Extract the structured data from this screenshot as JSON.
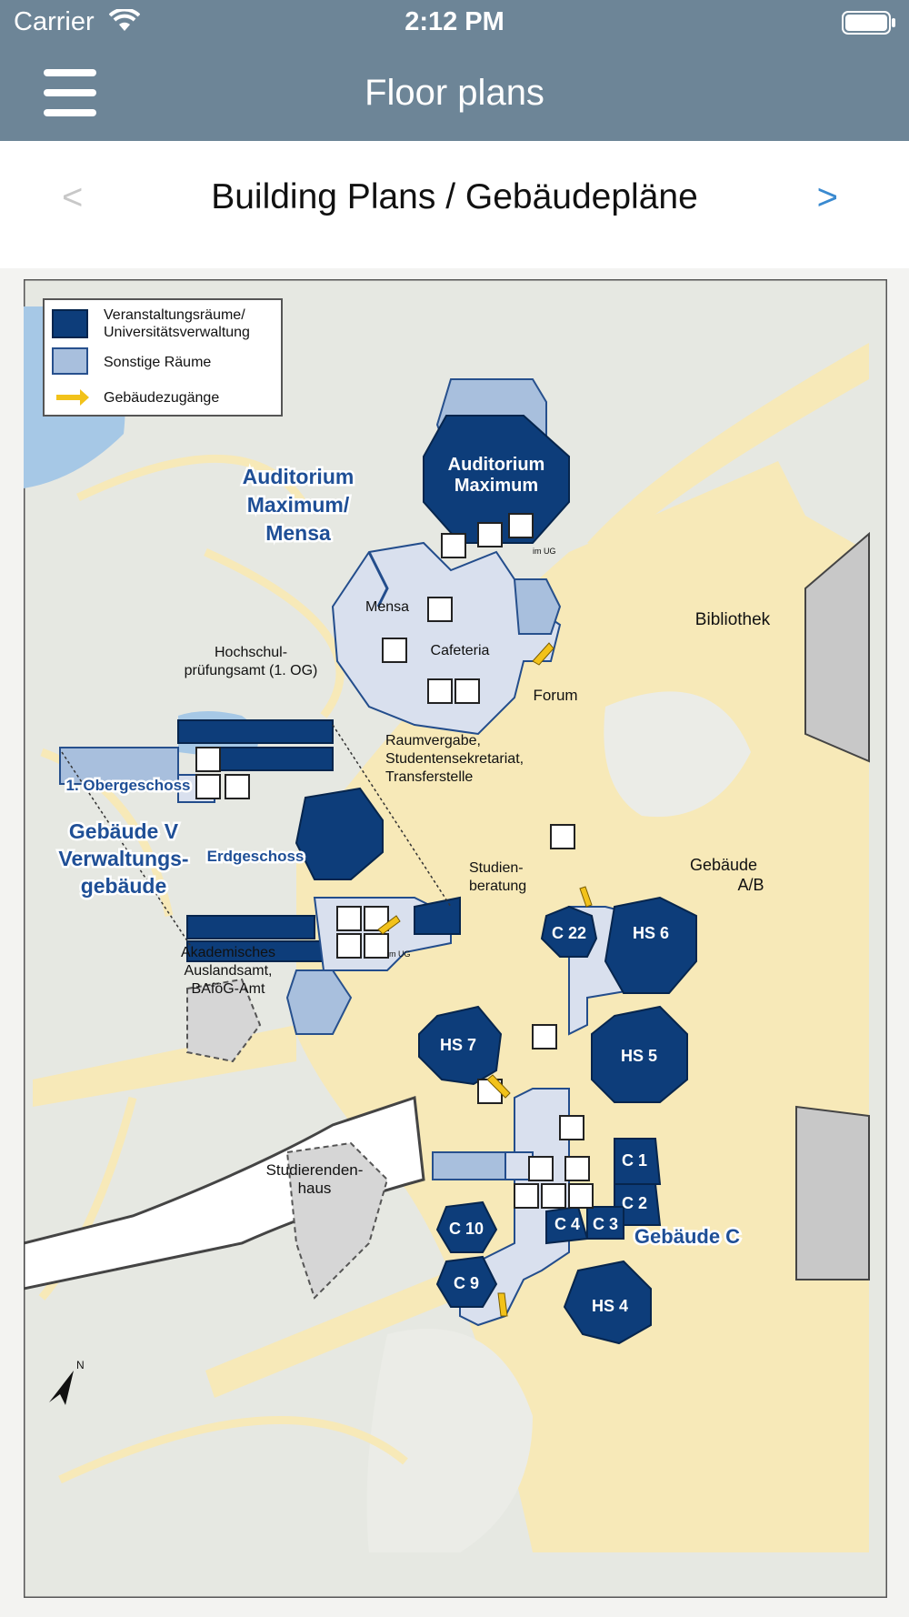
{
  "status_bar": {
    "carrier": "Carrier",
    "time": "2:12 PM"
  },
  "nav": {
    "title": "Floor plans"
  },
  "pager": {
    "title": "Building Plans / Gebäudepläne",
    "prev": "<",
    "next": ">"
  },
  "legend": {
    "items": [
      {
        "line1": "Veranstaltungsräume/",
        "line2": "Universitätsverwaltung"
      },
      {
        "line1": "Sonstige Räume"
      },
      {
        "line1": "Gebäudezugänge"
      }
    ]
  },
  "map": {
    "labels": {
      "audimax_l1": "Auditorium",
      "audimax_l2": "Maximum/",
      "audimax_l3": "Mensa",
      "audimax_room_l1": "Auditorium",
      "audimax_room_l2": "Maximum",
      "mensa": "Mensa",
      "cafeteria": "Cafeteria",
      "forum": "Forum",
      "bibliothek": "Bibliothek",
      "hochschul_l1": "Hochschul-",
      "hochschul_l2": "prüfungsamt (1. OG)",
      "raum_l1": "Raumvergabe,",
      "raum_l2": "Studentensekretariat,",
      "raum_l3": "Transferstelle",
      "obergeschoss": "1. Obergeschoss",
      "gebV_l1": "Gebäude V",
      "gebV_l2": "Verwaltungs-",
      "gebV_l3": "gebäude",
      "erdgeschoss": "Erdgeschoss",
      "studien_l1": "Studien-",
      "studien_l2": "beratung",
      "gebAB_l1": "Gebäude",
      "gebAB_l2": "A/B",
      "akad_l1": "Akademisches",
      "akad_l2": "Auslandsamt,",
      "akad_l3": "BAföG-Amt",
      "studhaus_l1": "Studierenden-",
      "studhaus_l2": "haus",
      "gebC": "Gebäude C",
      "im_ug": "im UG",
      "c22": "C 22",
      "hs6": "HS 6",
      "hs5": "HS 5",
      "hs7": "HS 7",
      "c1": "C 1",
      "c2": "C 2",
      "c3": "C 3",
      "c4": "C 4",
      "c10": "C 10",
      "c9": "C 9",
      "hs4": "HS 4",
      "north": "N"
    }
  },
  "colors": {
    "header": "#6d8597",
    "accent_blue": "#3a8ad0",
    "room_dark": "#0d3d7a",
    "room_light": "#a8bfdd",
    "path_sand": "#f7e9b8",
    "arrow": "#f2c21a"
  }
}
